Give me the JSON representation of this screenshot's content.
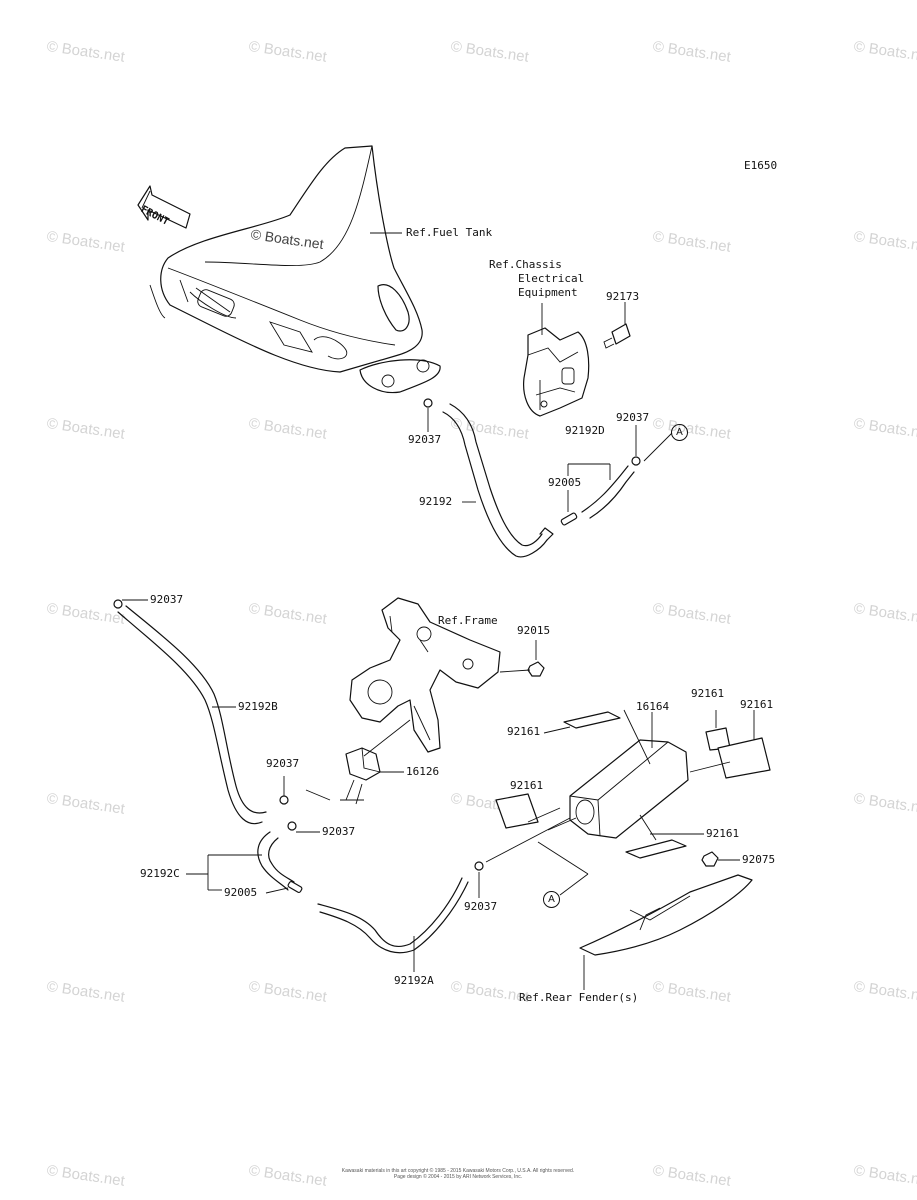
{
  "diagram_code": "E1650",
  "front_label": "FRONT",
  "watermark": "© Boats.net",
  "refs": {
    "fuel_tank": "Ref.Fuel Tank",
    "chassis_line1": "Ref.Chassis",
    "chassis_line2": "Electrical",
    "chassis_line3": "Equipment",
    "frame": "Ref.Frame",
    "rear_fender": "Ref.Rear Fender(s)"
  },
  "parts": {
    "p92173": "92173",
    "p92037_a": "92037",
    "p92037_b": "92037",
    "p92192D": "92192D",
    "p92005_a": "92005",
    "p92192": "92192",
    "p92037_c": "92037",
    "p92015": "92015",
    "p92192B": "92192B",
    "p16164": "16164",
    "p92161_a": "92161",
    "p92161_b": "92161",
    "p92161_c": "92161",
    "p92161_d": "92161",
    "p92161_e": "92161",
    "p92037_d": "92037",
    "p16126": "16126",
    "p92037_e": "92037",
    "p92192C": "92192C",
    "p92005_b": "92005",
    "p92075": "92075",
    "p92037_f": "92037",
    "p92192A": "92192A"
  },
  "callout_a": "A",
  "footer_line1": "Kawasaki materials in this art copyright © 1985 - 2015 Kawasaki Motors Corp., U.S.A. All rights reserved.",
  "footer_line2": "Page design © 2004 - 2015 by ARI Network Services, Inc."
}
